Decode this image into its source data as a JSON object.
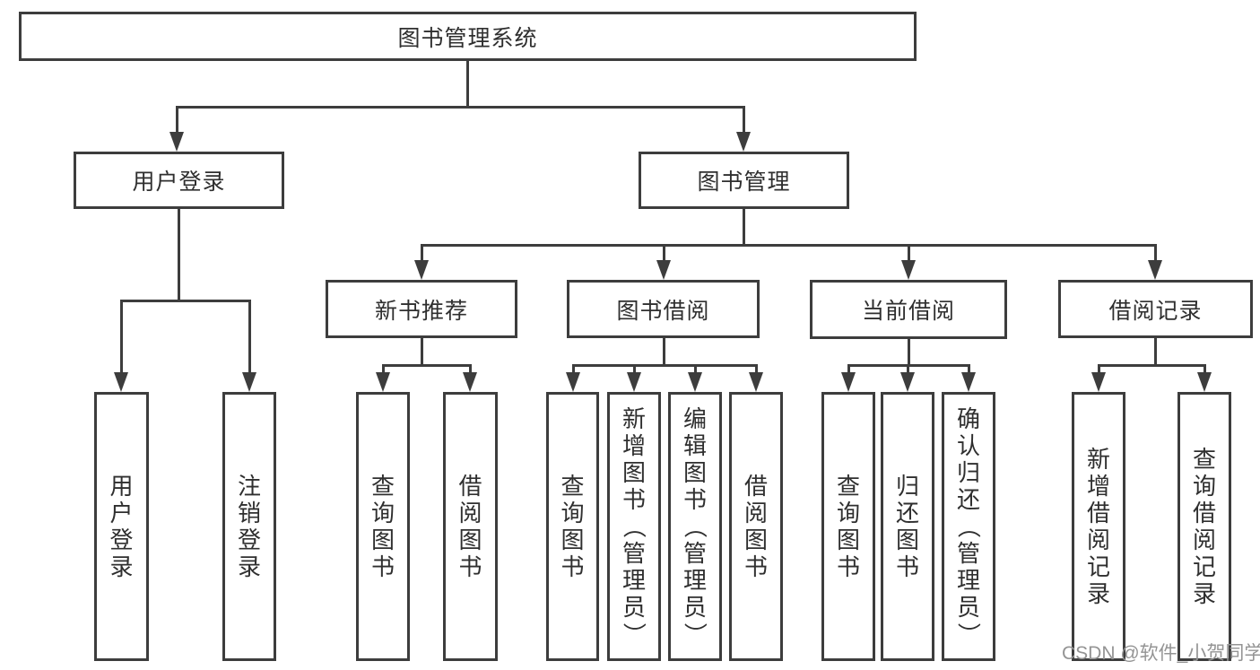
{
  "diagram": {
    "root": {
      "label": "图书管理系统"
    },
    "level2": [
      {
        "id": "user-login",
        "label": "用户登录"
      },
      {
        "id": "book-management",
        "label": "图书管理"
      }
    ],
    "level3": [
      {
        "id": "new-book-recommend",
        "label": "新书推荐"
      },
      {
        "id": "book-borrowing",
        "label": "图书借阅"
      },
      {
        "id": "current-borrowing",
        "label": "当前借阅"
      },
      {
        "id": "borrowing-records",
        "label": "借阅记录"
      }
    ],
    "leaves": [
      {
        "label": "用户登录"
      },
      {
        "label": "注销登录"
      },
      {
        "label": "查询图书"
      },
      {
        "label": "借阅图书"
      },
      {
        "label": "查询图书"
      },
      {
        "label": "新增图书（管理员）"
      },
      {
        "label": "编辑图书（管理员）"
      },
      {
        "label": "借阅图书"
      },
      {
        "label": "查询图书"
      },
      {
        "label": "归还图书"
      },
      {
        "label": "确认归还（管理员）"
      },
      {
        "label": "新增借阅记录"
      },
      {
        "label": "查询借阅记录"
      }
    ]
  },
  "watermark": {
    "text": "CSDN @软件_小贺同学"
  },
  "colors": {
    "line": "#3d3d3d",
    "text": "#2f2f2f",
    "watermark": "#949494",
    "background": "#ffffff"
  }
}
